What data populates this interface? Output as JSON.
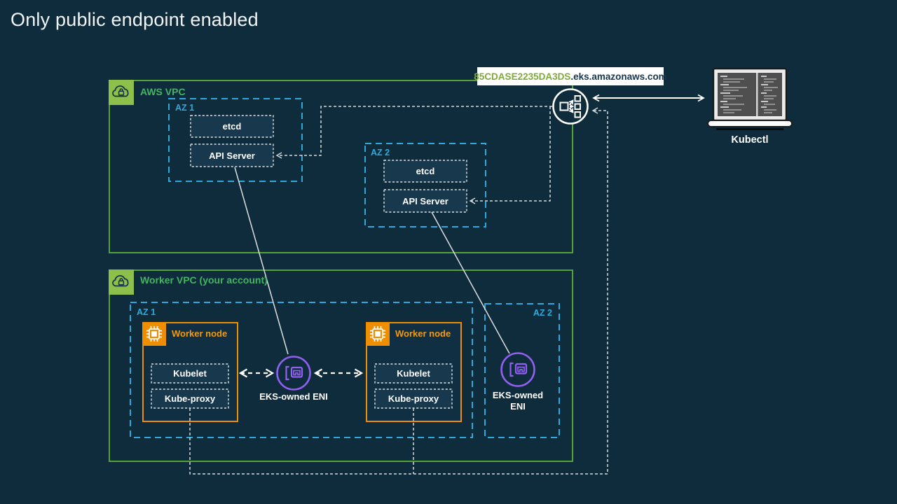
{
  "title": "Only public endpoint enabled",
  "endpoint": {
    "url_highlight": "85CDASE2235DA3DS",
    "url_suffix": ".eks.amazonaws.com",
    "icon": "public-endpoint-icon"
  },
  "client": {
    "label": "Kubectl",
    "icon": "laptop-icon"
  },
  "control_plane_vpc": {
    "label": "AWS VPC",
    "icon": "vpc-cloud-lock-icon",
    "zones": [
      {
        "label": "AZ 1",
        "components": [
          "etcd",
          "API Server"
        ]
      },
      {
        "label": "AZ 2",
        "components": [
          "etcd",
          "API Server"
        ]
      }
    ]
  },
  "worker_vpc": {
    "label": "Worker VPC (your account)",
    "icon": "vpc-cloud-lock-icon",
    "zones": [
      {
        "label": "AZ 1",
        "eni_label": "EKS-owned ENI",
        "worker_nodes": [
          {
            "label": "Worker node",
            "icon": "ec2-chip-icon",
            "components": [
              "Kubelet",
              "Kube-proxy"
            ]
          },
          {
            "label": "Worker node",
            "icon": "ec2-chip-icon",
            "components": [
              "Kubelet",
              "Kube-proxy"
            ]
          }
        ]
      },
      {
        "label": "AZ 2",
        "eni_label": "EKS-owned ENI"
      }
    ]
  },
  "colors": {
    "background": "#0f2c3c",
    "vpc_border_green": "#55a336",
    "vpc_icon_green": "#8cc04a",
    "vpc_label_green": "#46b361",
    "az_cyan": "#2fa9dc",
    "node_orange": "#ef8e00",
    "eni_purple": "#9160f0",
    "component_fill": "#17384d",
    "url_highlight_green": "#7faa3a",
    "url_suffix_navy": "#17364f"
  }
}
